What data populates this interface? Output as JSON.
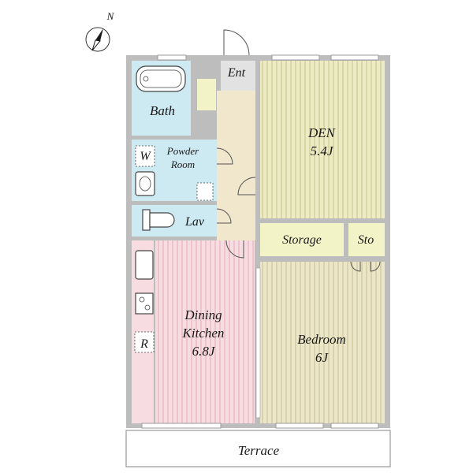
{
  "compass": {
    "label": "N"
  },
  "rooms": {
    "entrance": "Ent",
    "bath": "Bath",
    "powder_room": [
      "Powder",
      "Room"
    ],
    "washer": "W",
    "lavatory": "Lav",
    "den": {
      "name": "DEN",
      "size": "5.4J"
    },
    "storage": "Storage",
    "small_storage": "Sto",
    "dining_kitchen": {
      "lines": [
        "Dining",
        "Kitchen",
        "6.8J"
      ]
    },
    "refrigerator": "R",
    "bedroom": {
      "name": "Bedroom",
      "size": "6J"
    },
    "terrace": "Terrace"
  },
  "colors": {
    "wet_area": "#cde9f2",
    "hall": "#f1e7cd",
    "den": "#ecebc3",
    "storage": "#f3f3c8",
    "dining": "#f7dde2",
    "bedroom": "#ece6c8",
    "entrance": "#e2e2e2"
  }
}
